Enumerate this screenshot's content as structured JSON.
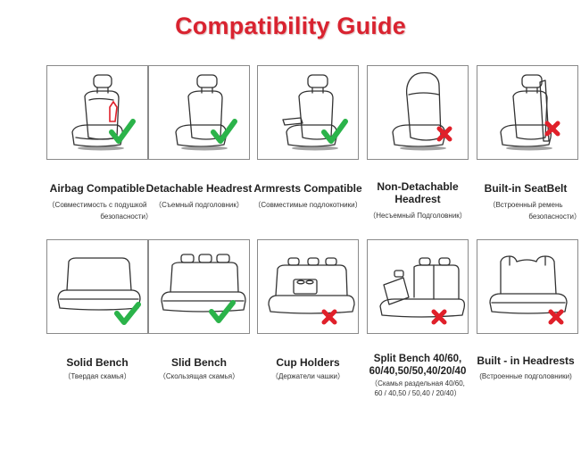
{
  "title": "Compatibility Guide",
  "items": [
    {
      "label": "Airbag Compatible",
      "sub": "（Совместимость с подушкой",
      "sub2": "безопасности）",
      "status": "check",
      "icon": "airbag-seat-icon"
    },
    {
      "label": "Detachable Headrest",
      "sub": "（Съемный подголовник）",
      "status": "check",
      "icon": "detachable-headrest-seat-icon"
    },
    {
      "label": "Armrests Compatible",
      "sub": "（Совместимые подлокотники）",
      "status": "check",
      "icon": "armrest-seat-icon"
    },
    {
      "label": "Non-Detachable",
      "label2": "Headrest",
      "sub": "（Несъемный Подголовник）",
      "status": "cross",
      "icon": "non-detachable-headrest-seat-icon"
    },
    {
      "label": "Built-in SeatBelt",
      "sub": "（Встроенный ремень",
      "sub2": "безопасности）",
      "status": "cross",
      "icon": "built-in-seatbelt-seat-icon"
    },
    {
      "label": "Solid Bench",
      "sub": "（Твердая скамья）",
      "status": "check",
      "icon": "solid-bench-icon"
    },
    {
      "label": "Slid Bench",
      "sub": "（Скользящая скамья）",
      "status": "check",
      "icon": "slid-bench-icon"
    },
    {
      "label": "Cup Holders",
      "sub": "（Держатели чашки）",
      "status": "cross",
      "icon": "cup-holder-bench-icon"
    },
    {
      "label": "Split Bench 40/60,",
      "label2": "60/40,50/50,40/20/40",
      "sub": "（Скамья раздельная 40/60,",
      "sub2": "60 / 40,50 / 50,40 / 20/40）",
      "status": "cross",
      "icon": "split-bench-icon"
    },
    {
      "label": "Built - in Headrests",
      "sub": "(Встроенные подголовники)",
      "status": "cross",
      "icon": "built-in-headrests-bench-icon"
    }
  ],
  "colors": {
    "title": "#d92330",
    "check": "#2bb34a",
    "cross": "#e0202a",
    "border": "#8a8a8a"
  }
}
